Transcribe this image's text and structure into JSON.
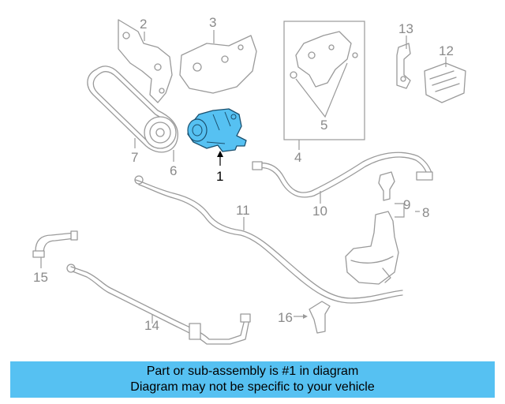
{
  "callouts": {
    "c1": "1",
    "c2": "2",
    "c3": "3",
    "c4": "4",
    "c5": "5",
    "c6": "6",
    "c7": "7",
    "c8": "8",
    "c9": "9",
    "c10": "10",
    "c11": "11",
    "c12": "12",
    "c13": "13",
    "c14": "14",
    "c15": "15",
    "c16": "16"
  },
  "colors": {
    "highlight": "#56c1f2",
    "line": "#9a9a9a"
  },
  "caption": {
    "line1": "Part or sub-assembly is #1 in diagram",
    "line2": "Diagram may not be specific to your vehicle"
  }
}
